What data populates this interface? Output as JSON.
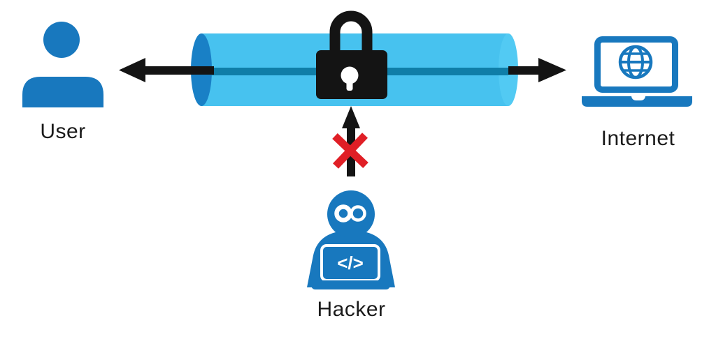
{
  "diagram": {
    "type": "vpn-encrypted-tunnel",
    "nodes": {
      "user": {
        "label": "User",
        "icon": "user-person-icon"
      },
      "internet": {
        "label": "Internet",
        "icon": "laptop-globe-icon"
      },
      "hacker": {
        "label": "Hacker",
        "icon": "hacker-laptop-icon",
        "screen_code": "</>"
      }
    },
    "tunnel": {
      "icon": "vpn-tunnel-cylinder",
      "lock_icon": "padlock-icon",
      "traffic_arrows": [
        "arrow-left-icon",
        "arrow-right-icon"
      ]
    },
    "attack": {
      "arrow_icon": "hacker-attack-arrow-icon",
      "blocked_icon": "blocked-x-icon"
    }
  },
  "colors": {
    "icon_blue": "#1878BE",
    "tunnel_body": "#47C2EF",
    "tunnel_edge_left": "#1980C6",
    "tunnel_edge_right": "#52CAF3",
    "tunnel_core_stripe": "#0F7EA8",
    "arrow_black": "#141414",
    "blocked_red": "#E01F26",
    "label_text": "#1a1a1a",
    "background": "#ffffff"
  }
}
